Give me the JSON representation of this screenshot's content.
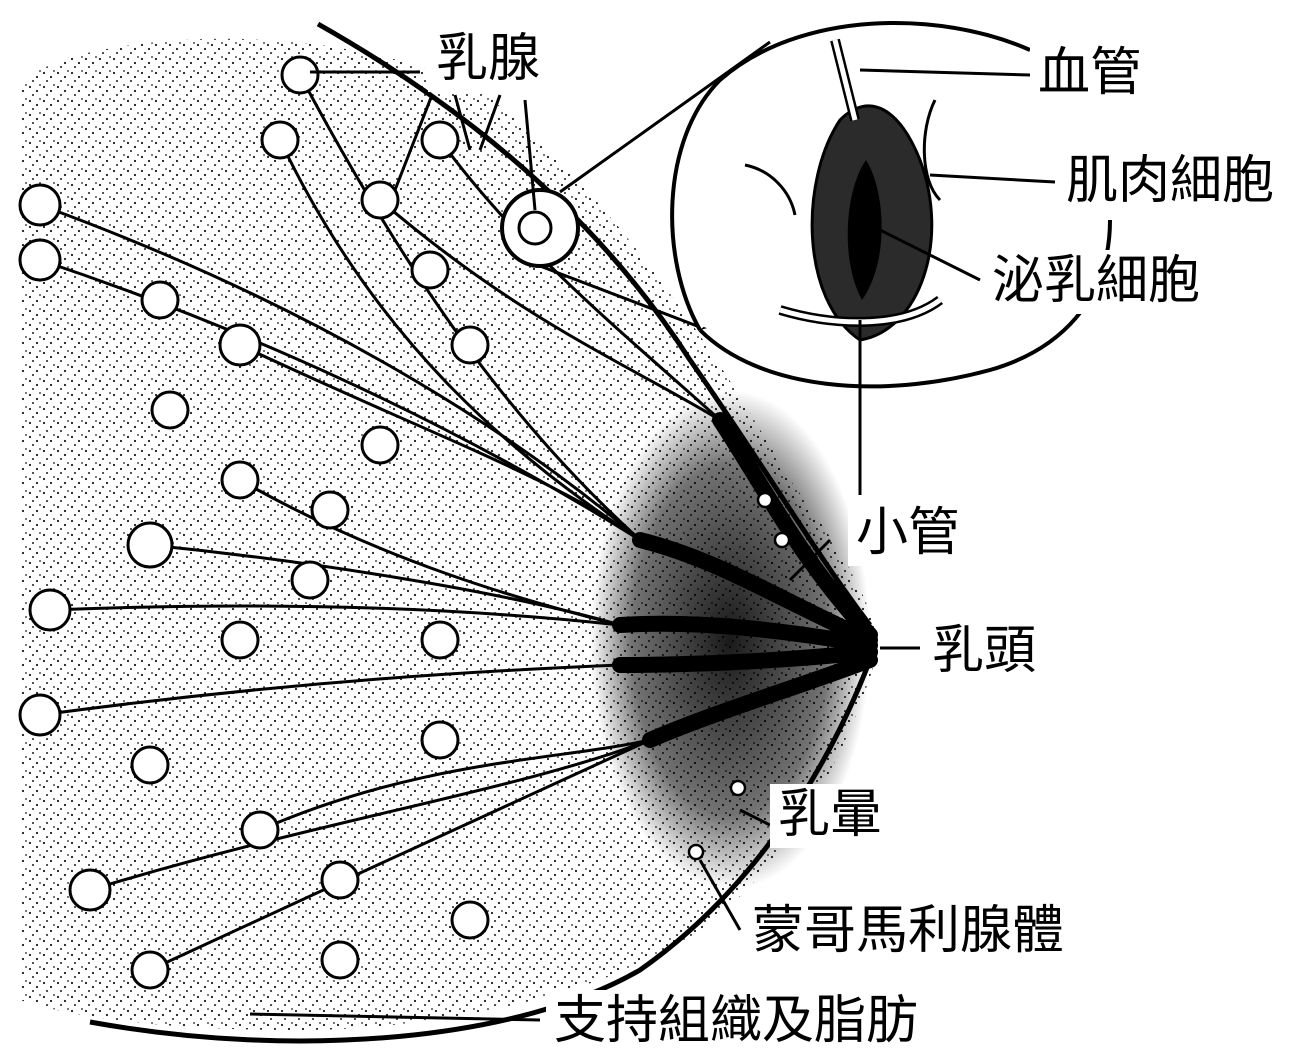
{
  "labels": {
    "mammary_gland": "乳腺",
    "blood_vessel": "血管",
    "muscle_cells": "肌肉細胞",
    "secretory_cells": "泌乳細胞",
    "duct": "小管",
    "nipple": "乳頭",
    "areola": "乳暈",
    "montgomery_glands": "蒙哥馬利腺體",
    "support_tissue_fat": "支持組織及脂肪"
  },
  "colors": {
    "ink": "#000000",
    "paper": "#ffffff",
    "stipple": "#1a1a1a"
  }
}
